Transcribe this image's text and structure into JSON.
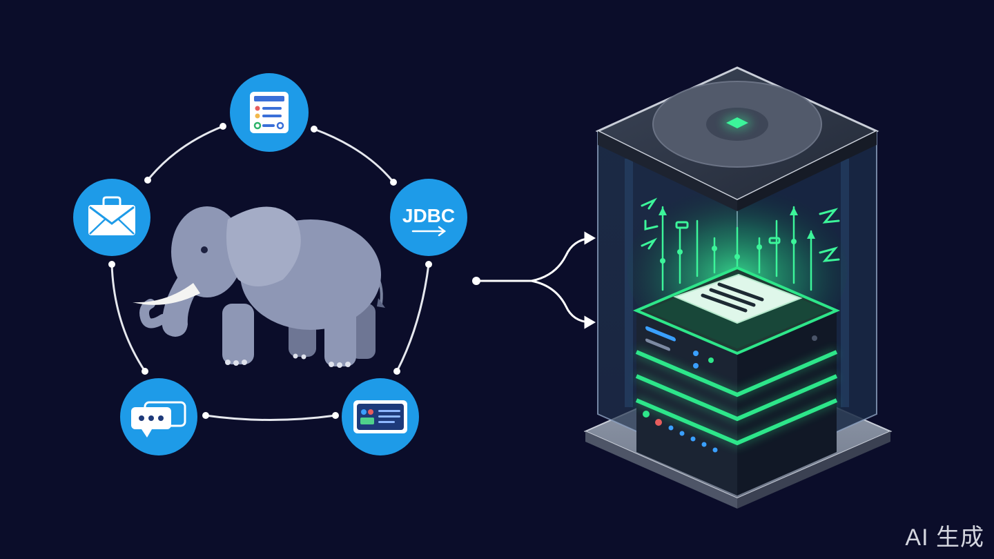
{
  "hub": {
    "center_icon": "elephant-icon",
    "nodes": [
      {
        "id": "document",
        "icon": "document-form-icon"
      },
      {
        "id": "jdbc",
        "icon": "jdbc-icon",
        "label": "JDBC"
      },
      {
        "id": "dashboard",
        "icon": "dashboard-card-icon"
      },
      {
        "id": "chat",
        "icon": "chat-bubbles-icon"
      },
      {
        "id": "mail",
        "icon": "mail-briefcase-icon"
      }
    ]
  },
  "target": {
    "icon": "server-database-icon"
  },
  "colors": {
    "background": "#0b0d2a",
    "node_blue": "#1e9be8",
    "connector": "#e6e8ee",
    "glow_green": "#2ee68a",
    "elephant": "#8e97b5"
  },
  "watermark": {
    "text": "AI 生成"
  }
}
